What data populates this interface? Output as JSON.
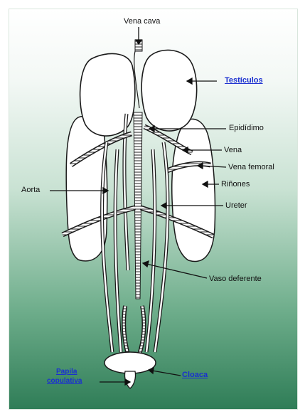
{
  "labels": {
    "vena_cava": "Vena cava",
    "testiculos": "Testículos",
    "epididimo": "Epidídimo",
    "vena": "Vena",
    "vena_femoral": "Vena femoral",
    "aorta": "Aorta",
    "rinones": "Riñones",
    "ureter": "Ureter",
    "vaso_deferente": "Vaso deferente",
    "papila_1": "Papila",
    "papila_2": "copulativa",
    "cloaca": "Cloaca"
  },
  "colors": {
    "link": "#1a2fd0",
    "organ_fill": "#ffffff",
    "outline": "#1a1a1a",
    "background_top": "#ffffff",
    "background_bottom": "#2f7d57"
  }
}
